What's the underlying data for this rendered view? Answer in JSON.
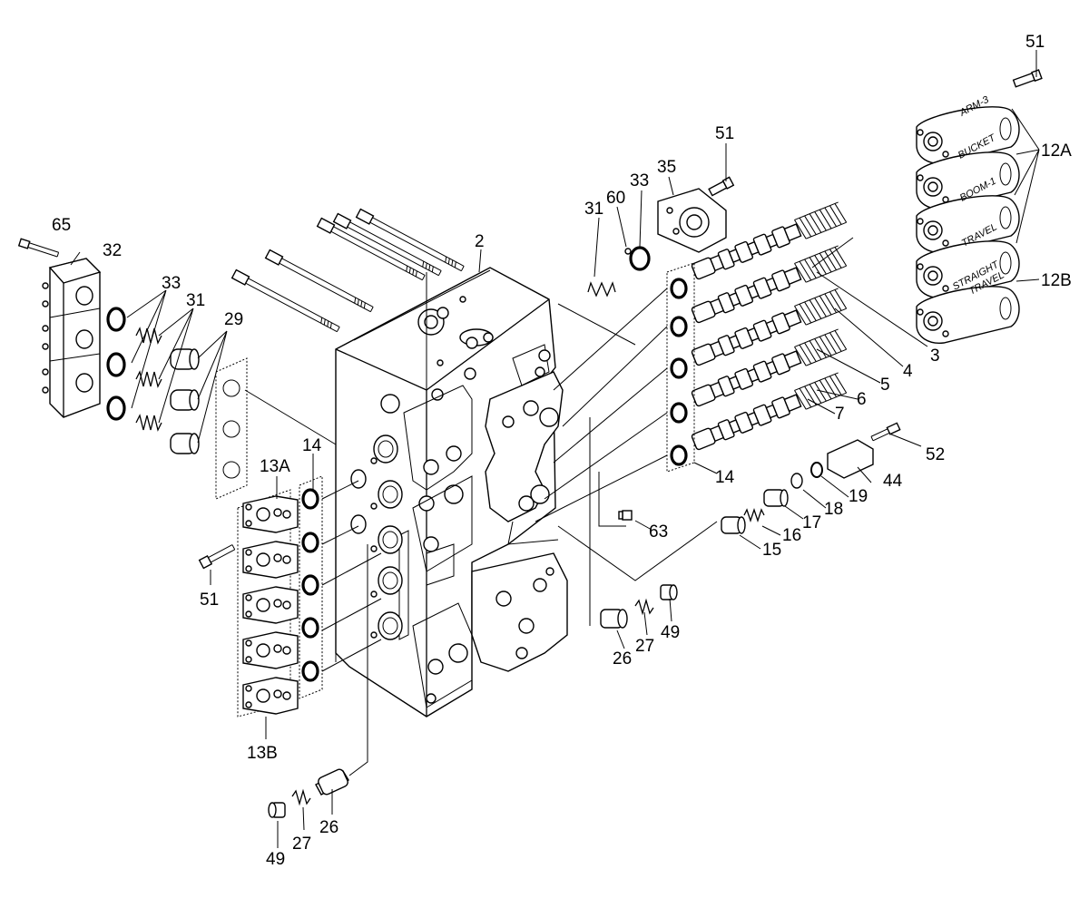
{
  "labels": {
    "p2": "2",
    "p3": "3",
    "p4": "4",
    "p5": "5",
    "p6": "6",
    "p7": "7",
    "p12a": "12A",
    "p12b": "12B",
    "p13a": "13A",
    "p13b": "13B",
    "p14_left": "14",
    "p14_right": "14",
    "p15": "15",
    "p16": "16",
    "p17": "17",
    "p18": "18",
    "p19": "19",
    "p26_lower": "26",
    "p26_mid": "26",
    "p27_lower": "27",
    "p27_mid": "27",
    "p29": "29",
    "p31_left": "31",
    "p31_top": "31",
    "p32": "32",
    "p33_left": "33",
    "p33_top": "33",
    "p35": "35",
    "p44": "44",
    "p49_lower": "49",
    "p49_mid": "49",
    "p51_topright": "51",
    "p51_top": "51",
    "p51_left": "51",
    "p52": "52",
    "p60": "60",
    "p63": "63",
    "p65": "65"
  },
  "caps": {
    "arm3": "ARM-3",
    "bucket": "BUCKET",
    "boom1": "BOOM-1",
    "travel": "TRAVEL",
    "straight": "STRAIGHT",
    "straight_travel": "TRAVEL"
  }
}
